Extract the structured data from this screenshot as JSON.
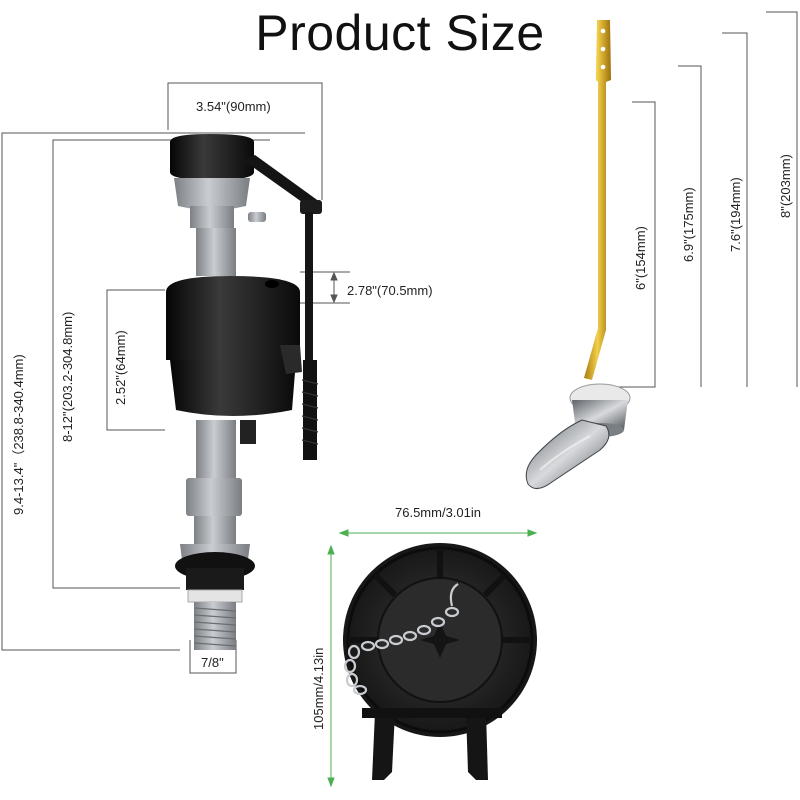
{
  "title": "Product Size",
  "fill_valve": {
    "top_width": "3.54\"(90mm)",
    "float_travel": "2.78\"(70.5mm)",
    "float_height": "2.52\"(64mm)",
    "adjust_range": "8-12\"(203.2-304.8mm)",
    "total_range": "9.4-13.4\"（238.8-340.4mm)",
    "thread": "7/8\""
  },
  "handle": {
    "len_1": "6\"(154mm)",
    "len_2": "6.9\"(175mm)",
    "len_3": "7.6\"(194mm)",
    "len_4": "8\"(203mm)"
  },
  "flapper": {
    "width": "76.5mm/3.01in",
    "height": "105mm/4.13in"
  },
  "colors": {
    "valve_black": "#151515",
    "valve_gray": "#a9adb2",
    "brass": "#d4a017",
    "chrome": "#8d9297",
    "dimension_green": "#4caf50",
    "line": "#555555"
  }
}
